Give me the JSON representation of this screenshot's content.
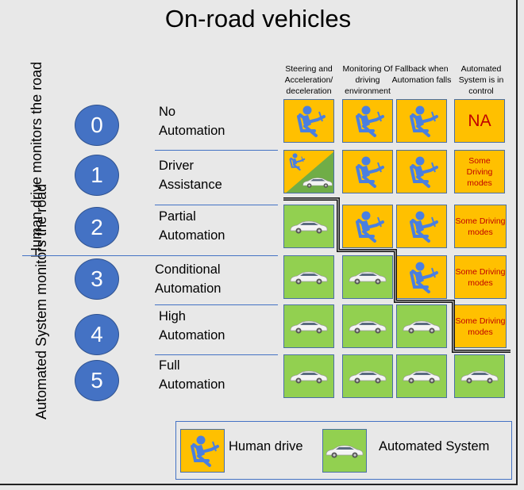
{
  "title": "On-road vehicles",
  "columns": [
    "Steering and Acceleration/ deceleration",
    "Monitoring Of driving environment",
    "Fallback when Automation falls",
    "Automated System is in control"
  ],
  "groups": [
    "Human drive monitors the road",
    "Automated System monitors the road"
  ],
  "rows": [
    {
      "level": "0",
      "label": "No Automation",
      "cells": [
        "human",
        "human",
        "human",
        "NA"
      ]
    },
    {
      "level": "1",
      "label": "Driver Assistance",
      "cells": [
        "split",
        "human",
        "human",
        "Some Driving modes"
      ]
    },
    {
      "level": "2",
      "label": "Partial Automation",
      "cells": [
        "auto",
        "human",
        "human",
        "Some Driving modes"
      ]
    },
    {
      "level": "3",
      "label": "Conditional Automation",
      "cells": [
        "auto",
        "auto",
        "human",
        "Some Driving modes"
      ]
    },
    {
      "level": "4",
      "label": "High Automation",
      "cells": [
        "auto",
        "auto",
        "auto",
        "Some Driving modes"
      ]
    },
    {
      "level": "5",
      "label": "Full Automation",
      "cells": [
        "auto",
        "auto",
        "auto",
        "auto"
      ]
    }
  ],
  "legend": {
    "human": "Human drive",
    "auto": "Automated System"
  },
  "colors": {
    "human": "#ffc000",
    "auto": "#92d050",
    "circle": "#4472c4",
    "icon": "#4a7fe0",
    "text_red": "#c00000"
  }
}
